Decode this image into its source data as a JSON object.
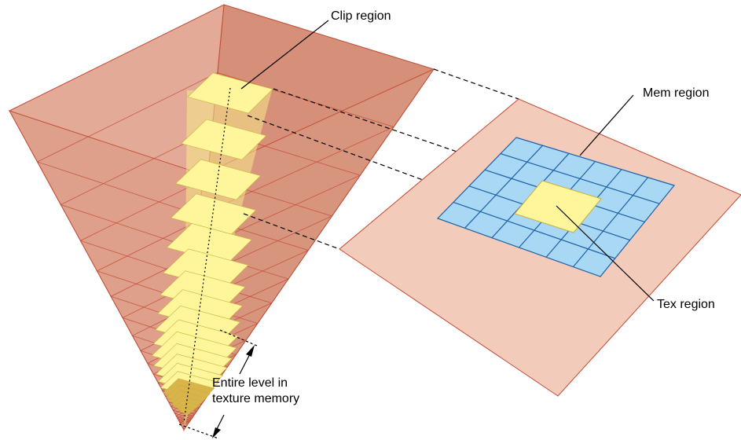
{
  "labels": {
    "clip_region": "Clip region",
    "mem_region": "Mem region",
    "tex_region": "Tex region",
    "entire_level_line1": "Entire level in",
    "entire_level_line2": "texture memory"
  },
  "colors": {
    "pyramid_fill": "#dd9a84",
    "pyramid_stroke": "#c24a34",
    "plane_fill": "#f3cbbb",
    "clip_fill": "#fff59b",
    "clip_column": "#f5e98a",
    "clip_bottom": "#d9b44a",
    "mem_fill": "#a8d8f4",
    "mem_stroke": "#1f5fa8"
  },
  "mip_level_count": 22
}
